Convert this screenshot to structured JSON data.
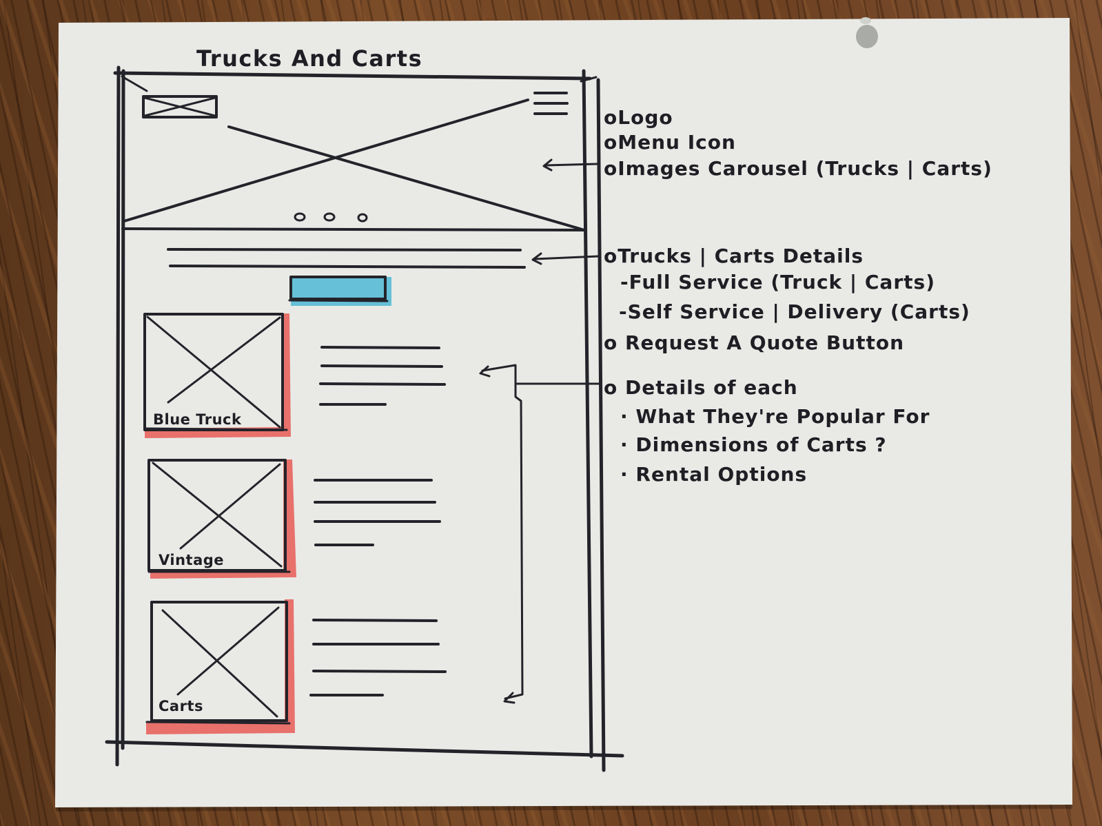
{
  "sketch": {
    "title": "Trucks And Carts",
    "annotations": {
      "logo": "oLogo",
      "menu_icon": "oMenu Icon",
      "carousel": "oImages Carousel (Trucks | Carts)",
      "details": "oTrucks | Carts Details",
      "full_service": "-Full Service (Truck | Carts)",
      "self_service": "-Self Service | Delivery (Carts)",
      "quote_button": "o Request A Quote Button",
      "each": "o Details of each",
      "popular": "· What They're Popular For",
      "dimensions": "· Dimensions of Carts ?",
      "rental": "· Rental Options"
    },
    "cards": [
      {
        "label": "Blue Truck"
      },
      {
        "label": "Vintage"
      },
      {
        "label": "Carts"
      }
    ],
    "colors": {
      "paper": "#e9eae6",
      "ink": "#23232a",
      "button_highlight": "#4fb8d4",
      "card_highlight": "#e8716c"
    }
  }
}
